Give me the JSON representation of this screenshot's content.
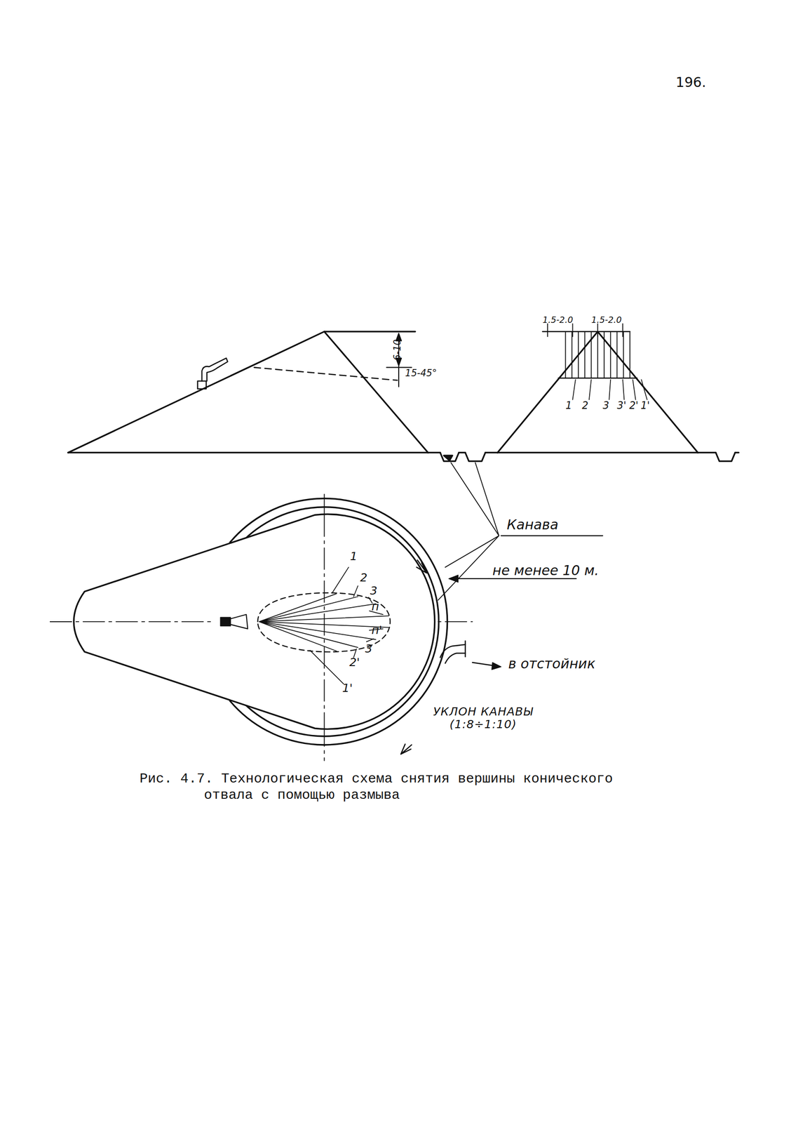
{
  "diagram": {
    "caption": "Рис. 4.7. Технологическая схема снятия вершины конического отвала с помощью размыва",
    "labels": [
      "196.",
      "6-10",
      "15-45°",
      "1.5-2.0",
      "1.5-2.0",
      "1",
      "2",
      "3",
      "3'",
      "2'",
      "1'",
      "Канава",
      "не менее 10 м.",
      "1",
      "2",
      "3",
      "п",
      "п'",
      "3",
      "2'",
      "1'",
      "в отстойник",
      "УКЛОН КАНАВЫ (1:8÷1:10)"
    ]
  }
}
